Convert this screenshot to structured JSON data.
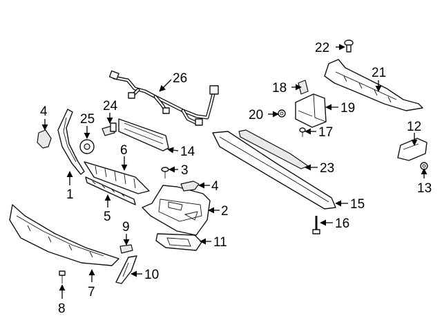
{
  "diagram": {
    "background_color": "#ffffff",
    "line_color": "#111111",
    "callouts": [
      {
        "id": "c1",
        "text": "1"
      },
      {
        "id": "c2",
        "text": "2"
      },
      {
        "id": "c3",
        "text": "3"
      },
      {
        "id": "c4a",
        "text": "4"
      },
      {
        "id": "c4b",
        "text": "4"
      },
      {
        "id": "c5",
        "text": "5"
      },
      {
        "id": "c6",
        "text": "6"
      },
      {
        "id": "c7",
        "text": "7"
      },
      {
        "id": "c8",
        "text": "8"
      },
      {
        "id": "c9",
        "text": "9"
      },
      {
        "id": "c10",
        "text": "10"
      },
      {
        "id": "c11",
        "text": "11"
      },
      {
        "id": "c12",
        "text": "12"
      },
      {
        "id": "c13",
        "text": "13"
      },
      {
        "id": "c14",
        "text": "14"
      },
      {
        "id": "c15",
        "text": "15"
      },
      {
        "id": "c16",
        "text": "16"
      },
      {
        "id": "c17",
        "text": "17"
      },
      {
        "id": "c18",
        "text": "18"
      },
      {
        "id": "c19",
        "text": "19"
      },
      {
        "id": "c20",
        "text": "20"
      },
      {
        "id": "c21",
        "text": "21"
      },
      {
        "id": "c22",
        "text": "22"
      },
      {
        "id": "c23",
        "text": "23"
      },
      {
        "id": "c24",
        "text": "24"
      },
      {
        "id": "c25",
        "text": "25"
      },
      {
        "id": "c26",
        "text": "26"
      }
    ]
  }
}
